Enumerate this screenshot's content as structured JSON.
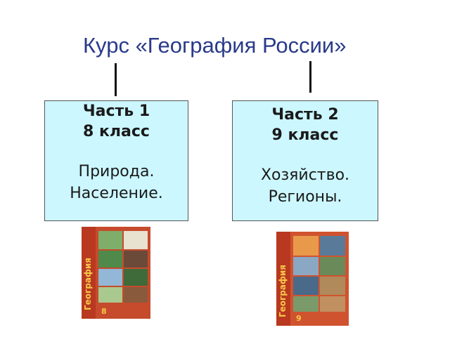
{
  "title": "Курс «География России»",
  "parts": [
    {
      "part": "Часть 1",
      "grade": "8 класс",
      "desc_line1": "Природа.",
      "desc_line2": "Население.",
      "book": {
        "spine_text": "География",
        "grade_mark": "8",
        "color": "#c64b2c"
      }
    },
    {
      "part": "Часть 2",
      "grade": "9 класс",
      "desc_line1": "Хозяйство.",
      "desc_line2": "Регионы.",
      "book": {
        "spine_text": "География",
        "grade_mark": "9",
        "color": "#d0532f"
      }
    }
  ],
  "colors": {
    "title": "#2a3a8a",
    "box_fill": "#ccf7ff",
    "box_border": "#555555",
    "connector": "#111111"
  }
}
